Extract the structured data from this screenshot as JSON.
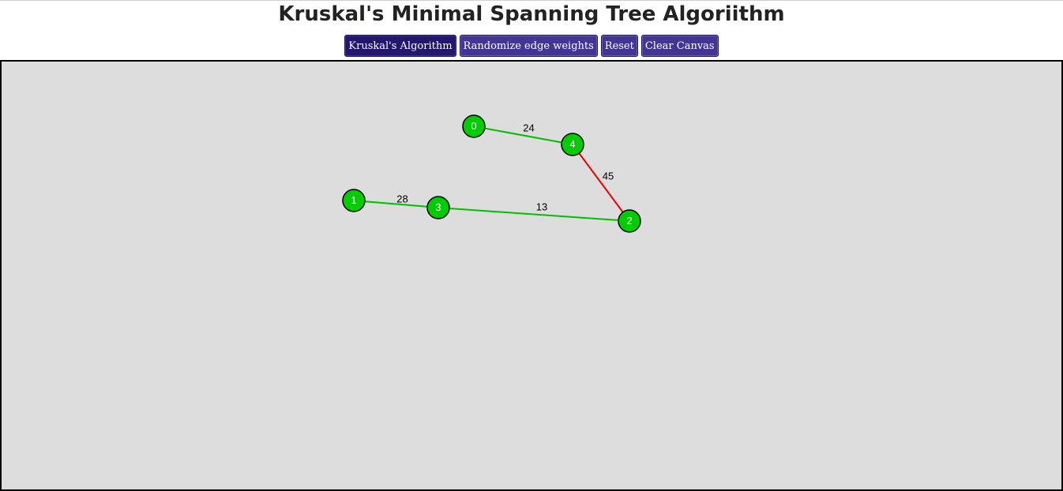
{
  "page": {
    "title": "Kruskal's Minimal Spanning Tree Algoriithm"
  },
  "toolbar": {
    "buttons": [
      {
        "id": "kruskal",
        "label": "Kruskal's Algorithm",
        "active": true
      },
      {
        "id": "randomize",
        "label": "Randomize edge weights",
        "active": false
      },
      {
        "id": "reset",
        "label": "Reset",
        "active": false
      },
      {
        "id": "clear",
        "label": "Clear Canvas",
        "active": false
      }
    ]
  },
  "graph": {
    "colors": {
      "node_fill": "#00cc00",
      "node_stroke": "#000000",
      "node_label": "#ffffff",
      "mst_edge": "#00c000",
      "rejected_edge": "#ee0000",
      "weight_label": "#000000",
      "canvas_bg": "#dddddd"
    },
    "nodes": [
      {
        "id": "0",
        "label": "0"
      },
      {
        "id": "1",
        "label": "1"
      },
      {
        "id": "2",
        "label": "2"
      },
      {
        "id": "3",
        "label": "3"
      },
      {
        "id": "4",
        "label": "4"
      }
    ],
    "edges": [
      {
        "from": "0",
        "to": "4",
        "weight": "24",
        "status": "mst"
      },
      {
        "from": "4",
        "to": "2",
        "weight": "45",
        "status": "rejected"
      },
      {
        "from": "1",
        "to": "3",
        "weight": "28",
        "status": "mst"
      },
      {
        "from": "3",
        "to": "2",
        "weight": "13",
        "status": "mst"
      }
    ]
  }
}
